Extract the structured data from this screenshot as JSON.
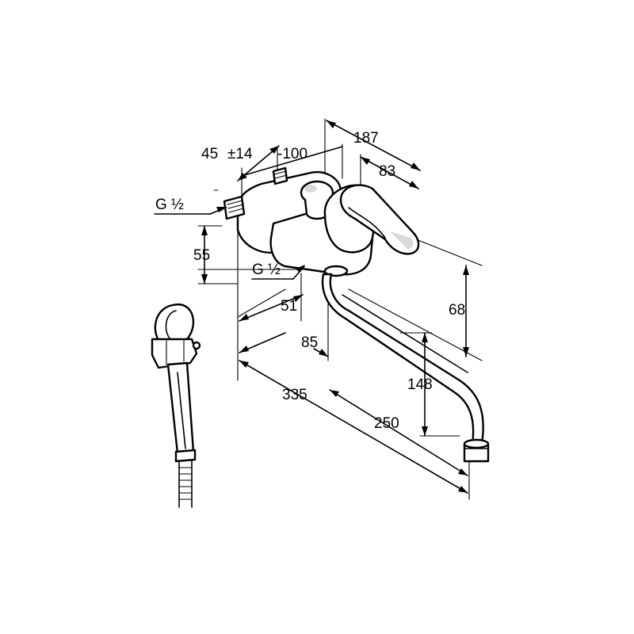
{
  "dimensions": {
    "d187": "187",
    "d45": "45",
    "d14": "±14",
    "d100": "-100",
    "d83": "83",
    "thread_top": "G ½",
    "thread_bottom": "G ½",
    "d55": "55",
    "d68": "68",
    "d51": "51",
    "d85": "85",
    "d148": "148",
    "d335": "335",
    "d250": "250"
  }
}
